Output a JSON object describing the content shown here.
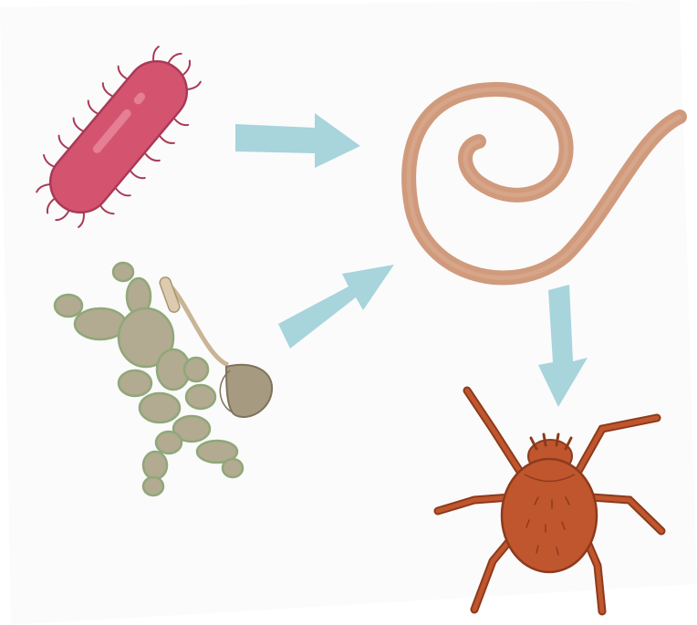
{
  "diagram": {
    "nodes": [
      {
        "id": "bacterium",
        "icon": "bacterium-icon"
      },
      {
        "id": "fungus",
        "icon": "fungus-icon"
      },
      {
        "id": "nematode",
        "icon": "nematode-worm-icon"
      },
      {
        "id": "mite",
        "icon": "mite-icon"
      }
    ],
    "edges": [
      {
        "from": "bacterium",
        "to": "nematode"
      },
      {
        "from": "fungus",
        "to": "nematode"
      },
      {
        "from": "nematode",
        "to": "mite"
      }
    ],
    "colors": {
      "background": "#fbfbfb",
      "arrow": "#a8d4dc",
      "bacterium": "#d45470",
      "bacterium_outline": "#a93a56",
      "fungus": "#b2aa91",
      "fungus_outline": "#8fa878",
      "worm": "#d09a7c",
      "mite": "#c0562e",
      "mite_dark": "#8d3a1c"
    }
  }
}
